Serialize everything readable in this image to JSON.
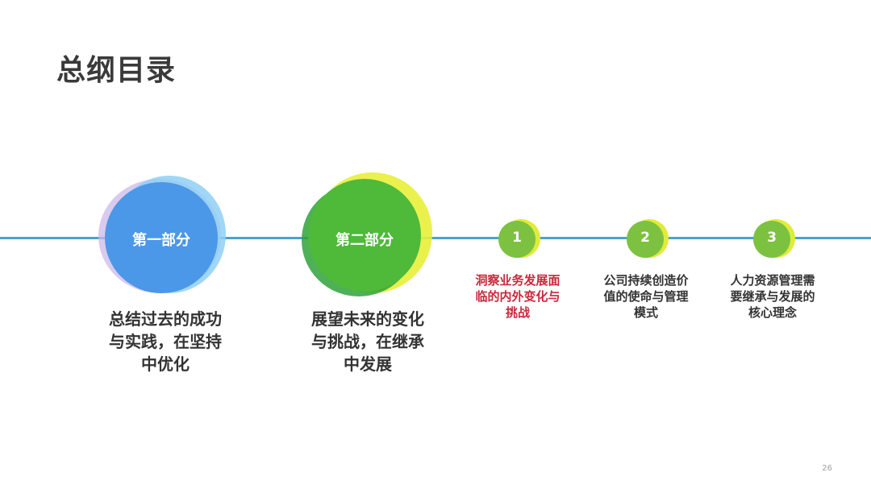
{
  "title": "总纲目录",
  "parts": [
    {
      "label": "第一部分",
      "desc_lines": [
        "总结过去的成功",
        "与实践，在坚持",
        "中优化"
      ]
    },
    {
      "label": "第二部分",
      "desc_lines": [
        "展望未来的变化",
        "与挑战，在继承",
        "中发展"
      ]
    }
  ],
  "steps": [
    {
      "number": "1",
      "desc_lines": [
        "洞察业务发展面",
        "临的内外变化与",
        "挑战"
      ],
      "highlight": true
    },
    {
      "number": "2",
      "desc_lines": [
        "公司持续创造价",
        "值的使命与管理",
        "模式"
      ],
      "highlight": false
    },
    {
      "number": "3",
      "desc_lines": [
        "人力资源管理需",
        "要继承与发展的",
        "核心理念"
      ],
      "highlight": false
    }
  ],
  "page_number": "26",
  "colors": {
    "timeline": "#4aa3c8",
    "part1": "#4b97e8",
    "part2": "#4fb93a",
    "step": "#7cc240",
    "highlight_text": "#c8283c"
  }
}
